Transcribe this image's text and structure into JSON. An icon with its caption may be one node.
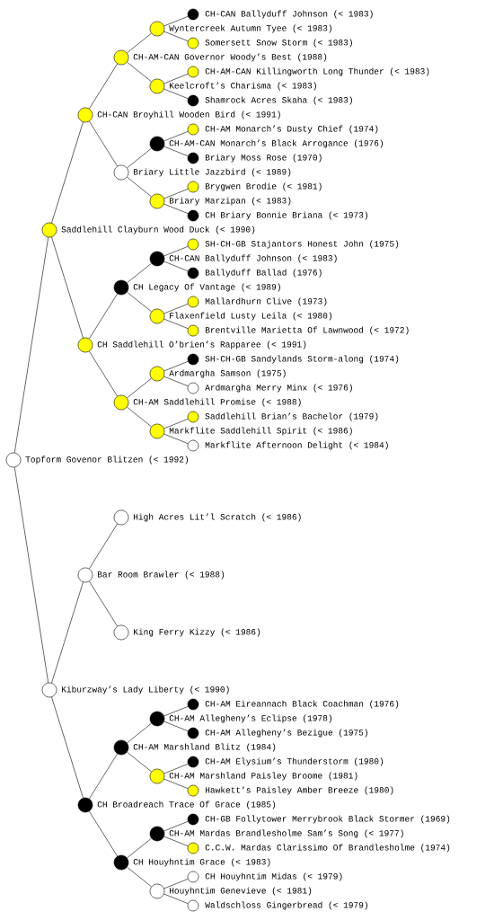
{
  "diagram": {
    "nodes": [
      {
        "text": [],
        "shape": "circle",
        "beside": [
          "CH-CAN Ballyduff Johnson (< 1983)"
        ]
      },
      {
        "text": [],
        "shape": "circle",
        "beside": [
          "Wyntercreek Autumn Tyee (< 1983)"
        ]
      },
      {
        "text": [],
        "shape": "circle",
        "beside": [
          "Somersett Snow Storm (< 1983)"
        ]
      },
      {
        "text": [],
        "shape": "circle",
        "beside": [
          "CH-AM-CAN Governor Woody’s Best (1988)"
        ]
      },
      {
        "text": [],
        "shape": "circle",
        "beside": [
          "CH-AM-CAN Killingworth Long Thunder (< 1983)"
        ]
      },
      {
        "text": [],
        "shape": "circle",
        "beside": [
          "Keelcroft’s Charisma (< 1983)"
        ]
      },
      {
        "text": [],
        "shape": "circle",
        "beside": [
          "Shamrock Acres Skaha (< 1983)"
        ]
      },
      {
        "text": [],
        "shape": "circle",
        "beside": [
          "CH-CAN Broyhill Wooden Bird (< 1991)"
        ]
      },
      {
        "text": [],
        "shape": "circle",
        "beside": [
          "CH-AM Monarch’s Dusty Chief (1974)"
        ]
      },
      {
        "text": [],
        "shape": "circle",
        "beside": [
          "CH-AM-CAN Monarch’s Black Arrogance (1976)"
        ]
      },
      {
        "text": [],
        "shape": "circle",
        "beside": [
          "Briary Moss Rose (1970)"
        ]
      },
      {
        "text": [],
        "shape": "circle",
        "beside": [
          "Briary Little Jazzbird (< 1989)"
        ]
      },
      {
        "text": [],
        "shape": "circle",
        "beside": [
          "Brygwen Brodie (< 1981)"
        ]
      },
      {
        "text": [],
        "shape": "circle",
        "beside": [
          "Briary Marzipan (< 1983)"
        ]
      },
      {
        "text": [],
        "shape": "circle",
        "beside": [
          "CH Briary Bonnie Briana (< 1973)"
        ]
      },
      {
        "text": [],
        "shape": "circle",
        "beside": [
          "Saddlehill Clayburn Wood Duck (< 1990)"
        ]
      },
      {
        "text": [],
        "shape": "circle",
        "beside": [
          "SH-CH-GB Stajantors Honest John (1975)"
        ]
      },
      {
        "text": [],
        "shape": "circle",
        "beside": [
          "CH-CAN Ballyduff Johnson (< 1983)"
        ]
      },
      {
        "text": [],
        "shape": "circle",
        "beside": [
          "Ballyduff Ballad (1976)"
        ]
      },
      {
        "text": [],
        "shape": "circle",
        "beside": [
          "CH Legacy Of Vantage (< 1989)"
        ]
      },
      {
        "text": [],
        "shape": "circle",
        "beside": [
          "Mallardhurn Clive (1973)"
        ]
      },
      {
        "text": [],
        "shape": "circle",
        "beside": [
          "Flaxenfield Lusty Leila (< 1980)"
        ]
      },
      {
        "text": [],
        "shape": "circle",
        "beside": [
          "Brentville Marietta Of Lawnwood (< 1972)"
        ]
      },
      {
        "text": [],
        "shape": "circle",
        "beside": [
          "CH Saddlehill O’brien’s Rapparee (< 1991)"
        ]
      },
      {
        "text": [],
        "shape": "circle",
        "beside": [
          "SH-CH-GB Sandylands Storm-along (1974)"
        ]
      },
      {
        "text": [],
        "shape": "circle",
        "beside": [
          "Ardmargha Samson (1975)"
        ]
      },
      {
        "text": [],
        "shape": "circle",
        "beside": [
          "Ardmargha Merry Minx (< 1976)"
        ]
      },
      {
        "text": [],
        "shape": "circle",
        "beside": [
          "CH-AM Saddlehill Promise (< 1988)"
        ]
      },
      {
        "text": [],
        "shape": "circle",
        "beside": [
          "Saddlehill Brian’s Bachelor (1979)"
        ]
      },
      {
        "text": [],
        "shape": "circle",
        "beside": [
          "Markflite Saddlehill Spirit (< 1986)"
        ]
      },
      {
        "text": [],
        "shape": "circle",
        "beside": [
          "Markflite Afternoon Delight (< 1984)"
        ]
      },
      {
        "text": [],
        "shape": "circle",
        "beside": [
          "Topform Govenor Blitzen (< 1992)"
        ]
      },
      {
        "text": [],
        "shape": "circle",
        "beside": [
          "High Acres Lit’l Scratch (< 1986)"
        ]
      },
      {
        "text": [],
        "shape": "circle",
        "beside": [
          "Bar Room Brawler (< 1988)"
        ]
      },
      {
        "text": [],
        "shape": "circle",
        "beside": [
          "King Ferry Kizzy (< 1986)"
        ]
      },
      {
        "text": [],
        "shape": "circle",
        "beside": [
          "Kiburzway’s Lady Liberty (< 1990)"
        ]
      },
      {
        "text": [],
        "shape": "circle",
        "beside": [
          "CH-AM Eireannach Black Coachman (1976)"
        ]
      },
      {
        "text": [],
        "shape": "circle",
        "beside": [
          "CH-AM Allegheny’s Eclipse (1978)"
        ]
      },
      {
        "text": [],
        "shape": "circle",
        "beside": [
          "CH-AM Allegheny’s Bezigue (1975)"
        ]
      },
      {
        "text": [],
        "shape": "circle",
        "beside": [
          "CH-AM Marshland Blitz (1984)"
        ]
      },
      {
        "text": [],
        "shape": "circle",
        "beside": [
          "CH-AM Elysium’s Thunderstorm (1980)"
        ]
      },
      {
        "text": [],
        "shape": "circle",
        "beside": [
          "CH-AM Marshland Paisley Broome (1981)"
        ]
      },
      {
        "text": [],
        "shape": "circle",
        "beside": [
          "Hawkett’s Paisley Amber Breeze (1980)"
        ]
      },
      {
        "text": [],
        "shape": "circle",
        "beside": [
          "CH Broadreach Trace Of Grace (1985)"
        ]
      },
      {
        "text": [],
        "shape": "circle",
        "beside": [
          "CH-GB Follytower Merrybrook Black Stormer (1969)"
        ]
      },
      {
        "text": [],
        "shape": "circle",
        "beside": [
          "CH-AM Mardas Brandlesholme Sam’s Song (< 1977)"
        ]
      },
      {
        "text": [],
        "shape": "circle",
        "beside": [
          "C.C.W. Mardas Clarissimo Of Brandlesholme (1974)"
        ]
      },
      {
        "text": [],
        "shape": "circle",
        "beside": [
          "CH Houyhntim Grace (< 1983)"
        ]
      },
      {
        "text": [],
        "shape": "circle",
        "beside": [
          "CH Houyhntim Midas (< 1979)"
        ]
      },
      {
        "text": [],
        "shape": "circle",
        "beside": [
          "Houyhntim Genevieve (< 1981)"
        ]
      },
      {
        "text": [],
        "shape": "circle",
        "beside": [
          "Waldschloss Gingerbread (< 1979)"
        ]
      }
    ],
    "edges": [
      {
        "from": 31,
        "to": 15,
        "arrow": "none"
      },
      {
        "from": 31,
        "to": 35,
        "arrow": "none"
      },
      {
        "from": 15,
        "to": 7,
        "arrow": "none"
      },
      {
        "from": 15,
        "to": 23,
        "arrow": "none"
      },
      {
        "from": 7,
        "to": 3,
        "arrow": "none"
      },
      {
        "from": 7,
        "to": 11,
        "arrow": "none"
      },
      {
        "from": 23,
        "to": 19,
        "arrow": "none"
      },
      {
        "from": 23,
        "to": 27,
        "arrow": "none"
      },
      {
        "from": 3,
        "to": 1,
        "arrow": "none"
      },
      {
        "from": 3,
        "to": 5,
        "arrow": "none"
      },
      {
        "from": 11,
        "to": 9,
        "arrow": "none"
      },
      {
        "from": 11,
        "to": 13,
        "arrow": "none"
      },
      {
        "from": 19,
        "to": 17,
        "arrow": "none"
      },
      {
        "from": 19,
        "to": 21,
        "arrow": "none"
      },
      {
        "from": 27,
        "to": 25,
        "arrow": "none"
      },
      {
        "from": 27,
        "to": 29,
        "arrow": "none"
      },
      {
        "from": 1,
        "to": 0,
        "arrow": "none"
      },
      {
        "from": 1,
        "to": 2,
        "arrow": "none"
      },
      {
        "from": 5,
        "to": 4,
        "arrow": "none"
      },
      {
        "from": 5,
        "to": 6,
        "arrow": "none"
      },
      {
        "from": 9,
        "to": 8,
        "arrow": "none"
      },
      {
        "from": 9,
        "to": 10,
        "arrow": "none"
      },
      {
        "from": 13,
        "to": 12,
        "arrow": "none"
      },
      {
        "from": 13,
        "to": 14,
        "arrow": "none"
      },
      {
        "from": 17,
        "to": 16,
        "arrow": "none"
      },
      {
        "from": 17,
        "to": 18,
        "arrow": "none"
      },
      {
        "from": 21,
        "to": 20,
        "arrow": "none"
      },
      {
        "from": 21,
        "to": 22,
        "arrow": "none"
      },
      {
        "from": 25,
        "to": 24,
        "arrow": "none"
      },
      {
        "from": 25,
        "to": 26,
        "arrow": "none"
      },
      {
        "from": 29,
        "to": 28,
        "arrow": "none"
      },
      {
        "from": 29,
        "to": 30,
        "arrow": "none"
      },
      {
        "from": 35,
        "to": 33,
        "arrow": "none"
      },
      {
        "from": 35,
        "to": 43,
        "arrow": "none"
      },
      {
        "from": 33,
        "to": 32,
        "arrow": "none"
      },
      {
        "from": 33,
        "to": 34,
        "arrow": "none"
      },
      {
        "from": 43,
        "to": 39,
        "arrow": "none"
      },
      {
        "from": 43,
        "to": 47,
        "arrow": "none"
      },
      {
        "from": 39,
        "to": 37,
        "arrow": "none"
      },
      {
        "from": 39,
        "to": 41,
        "arrow": "none"
      },
      {
        "from": 47,
        "to": 45,
        "arrow": "none"
      },
      {
        "from": 47,
        "to": 49,
        "arrow": "none"
      },
      {
        "from": 37,
        "to": 36,
        "arrow": "none"
      },
      {
        "from": 37,
        "to": 38,
        "arrow": "none"
      },
      {
        "from": 41,
        "to": 40,
        "arrow": "none"
      },
      {
        "from": 41,
        "to": 42,
        "arrow": "none"
      },
      {
        "from": 45,
        "to": 44,
        "arrow": "none"
      },
      {
        "from": 45,
        "to": 46,
        "arrow": "none"
      },
      {
        "from": 49,
        "to": 48,
        "arrow": "none"
      },
      {
        "from": 49,
        "to": 50,
        "arrow": "none"
      }
    ]
  }
}
